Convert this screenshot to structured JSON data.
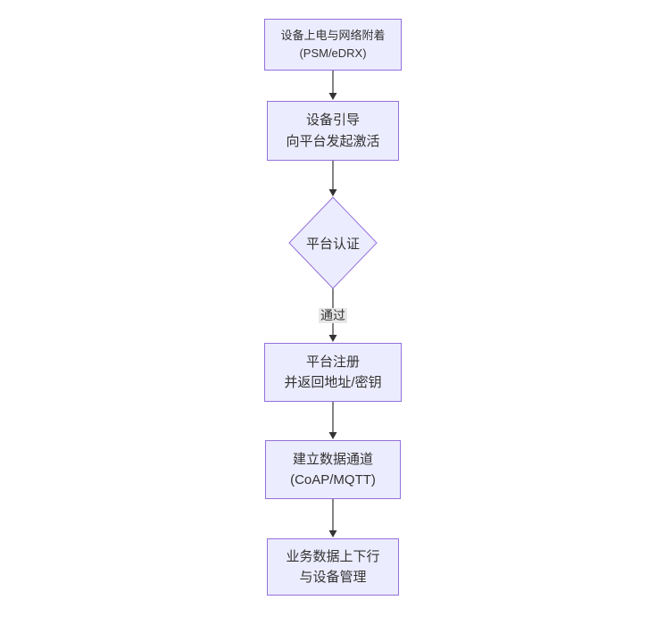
{
  "diagram": {
    "type": "flowchart",
    "direction": "top-down",
    "nodes": [
      {
        "id": "A",
        "shape": "rect",
        "lines": [
          "设备上电与网络附着",
          "(PSM/eDRX)"
        ]
      },
      {
        "id": "B",
        "shape": "rect",
        "lines": [
          "设备引导",
          "向平台发起激活"
        ]
      },
      {
        "id": "C",
        "shape": "diamond",
        "lines": [
          "平台认证"
        ]
      },
      {
        "id": "D",
        "shape": "rect",
        "lines": [
          "平台注册",
          "并返回地址/密钥"
        ]
      },
      {
        "id": "E",
        "shape": "rect",
        "lines": [
          "建立数据通道",
          "(CoAP/MQTT)"
        ]
      },
      {
        "id": "F",
        "shape": "rect",
        "lines": [
          "业务数据上下行",
          "与设备管理"
        ]
      }
    ],
    "edges": [
      {
        "from": "A",
        "to": "B",
        "label": ""
      },
      {
        "from": "B",
        "to": "C",
        "label": ""
      },
      {
        "from": "C",
        "to": "D",
        "label": "通过"
      },
      {
        "from": "D",
        "to": "E",
        "label": ""
      },
      {
        "from": "E",
        "to": "F",
        "label": ""
      }
    ],
    "colors": {
      "node_fill": "#ECECFF",
      "node_border": "#9370DB",
      "edge": "#333333",
      "text": "#333333",
      "edge_label_bg": "#e8e8e8",
      "background": "#ffffff"
    }
  }
}
